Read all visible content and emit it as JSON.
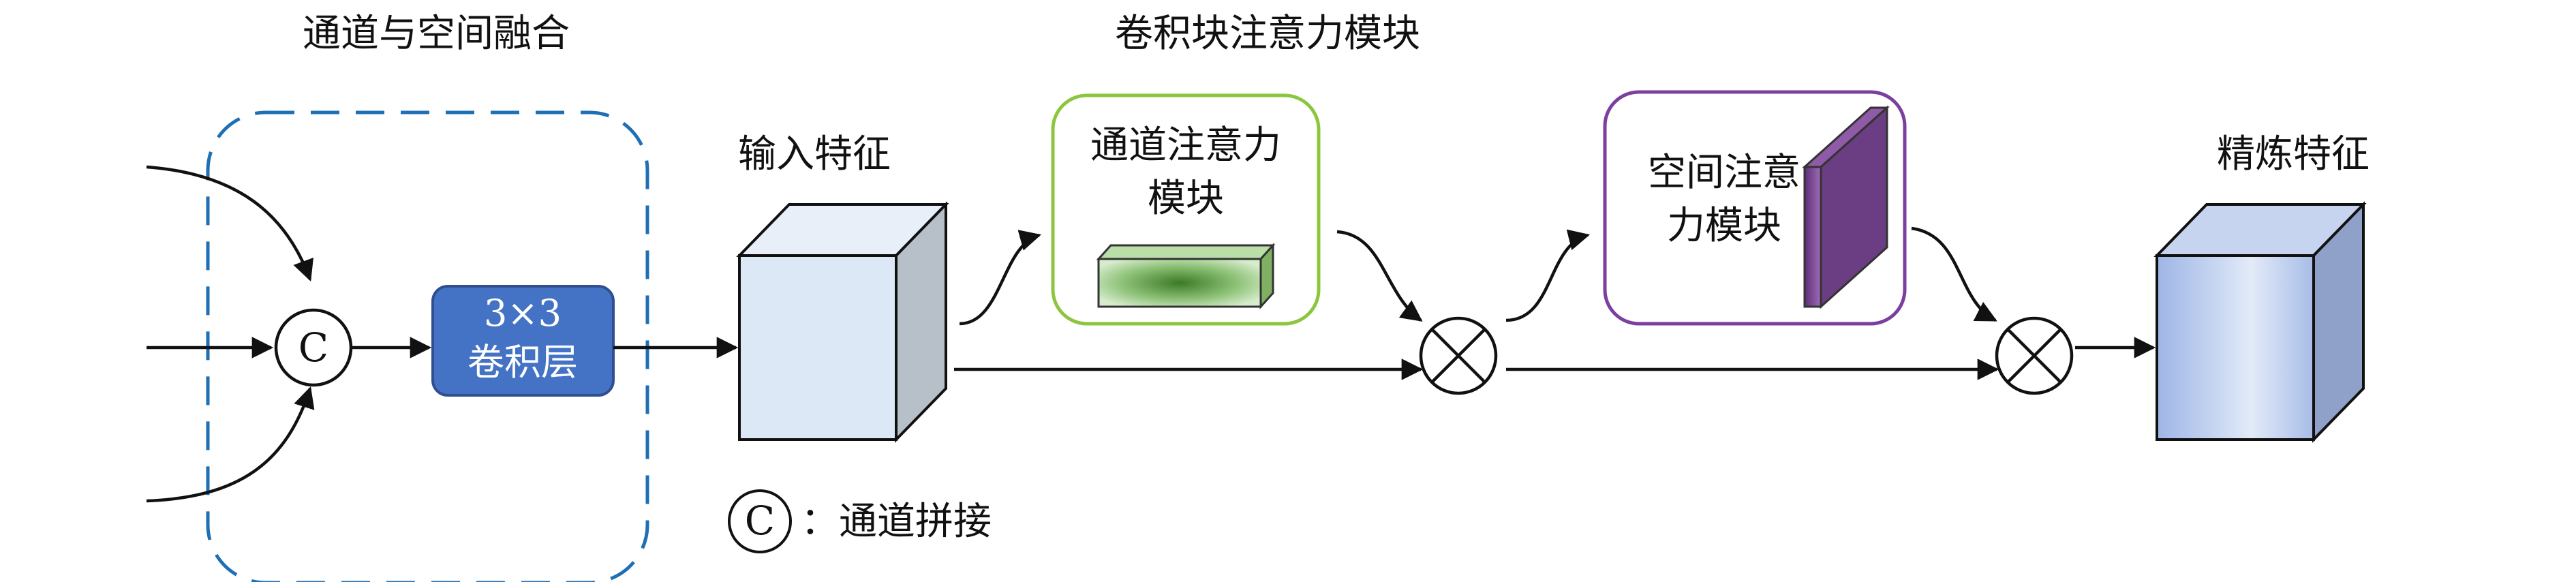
{
  "titles": {
    "fusion": "通道与空间融合",
    "cbam": "卷积块注意力模块"
  },
  "labels": {
    "input_feature": "输入特征",
    "refined_feature": "精炼特征",
    "conv_line1": "3×3",
    "conv_line2": "卷积层",
    "channel_attention_line1": "通道注意力",
    "channel_attention_line2": "模块",
    "spatial_attention_line1": "空间注意",
    "spatial_attention_line2": "力模块",
    "concat_symbol": "C",
    "legend_symbol": "C",
    "legend_text": "：通道拼接"
  },
  "colors": {
    "dashed_border": "#1f6fb5",
    "conv_fill": "#4472c4",
    "conv_border": "#2f4f8f",
    "channel_box_border": "#8cc63f",
    "spatial_box_border": "#7b3fa0",
    "input_cube": "#dce8f5",
    "refined_cube": "#aac0e8",
    "spatial_slab": "#7d4a93",
    "channel_slab": "#4e8a2e"
  },
  "icons": {
    "multiply_1": "circled-times-icon",
    "multiply_2": "circled-times-icon",
    "concat": "circled-c-icon"
  }
}
